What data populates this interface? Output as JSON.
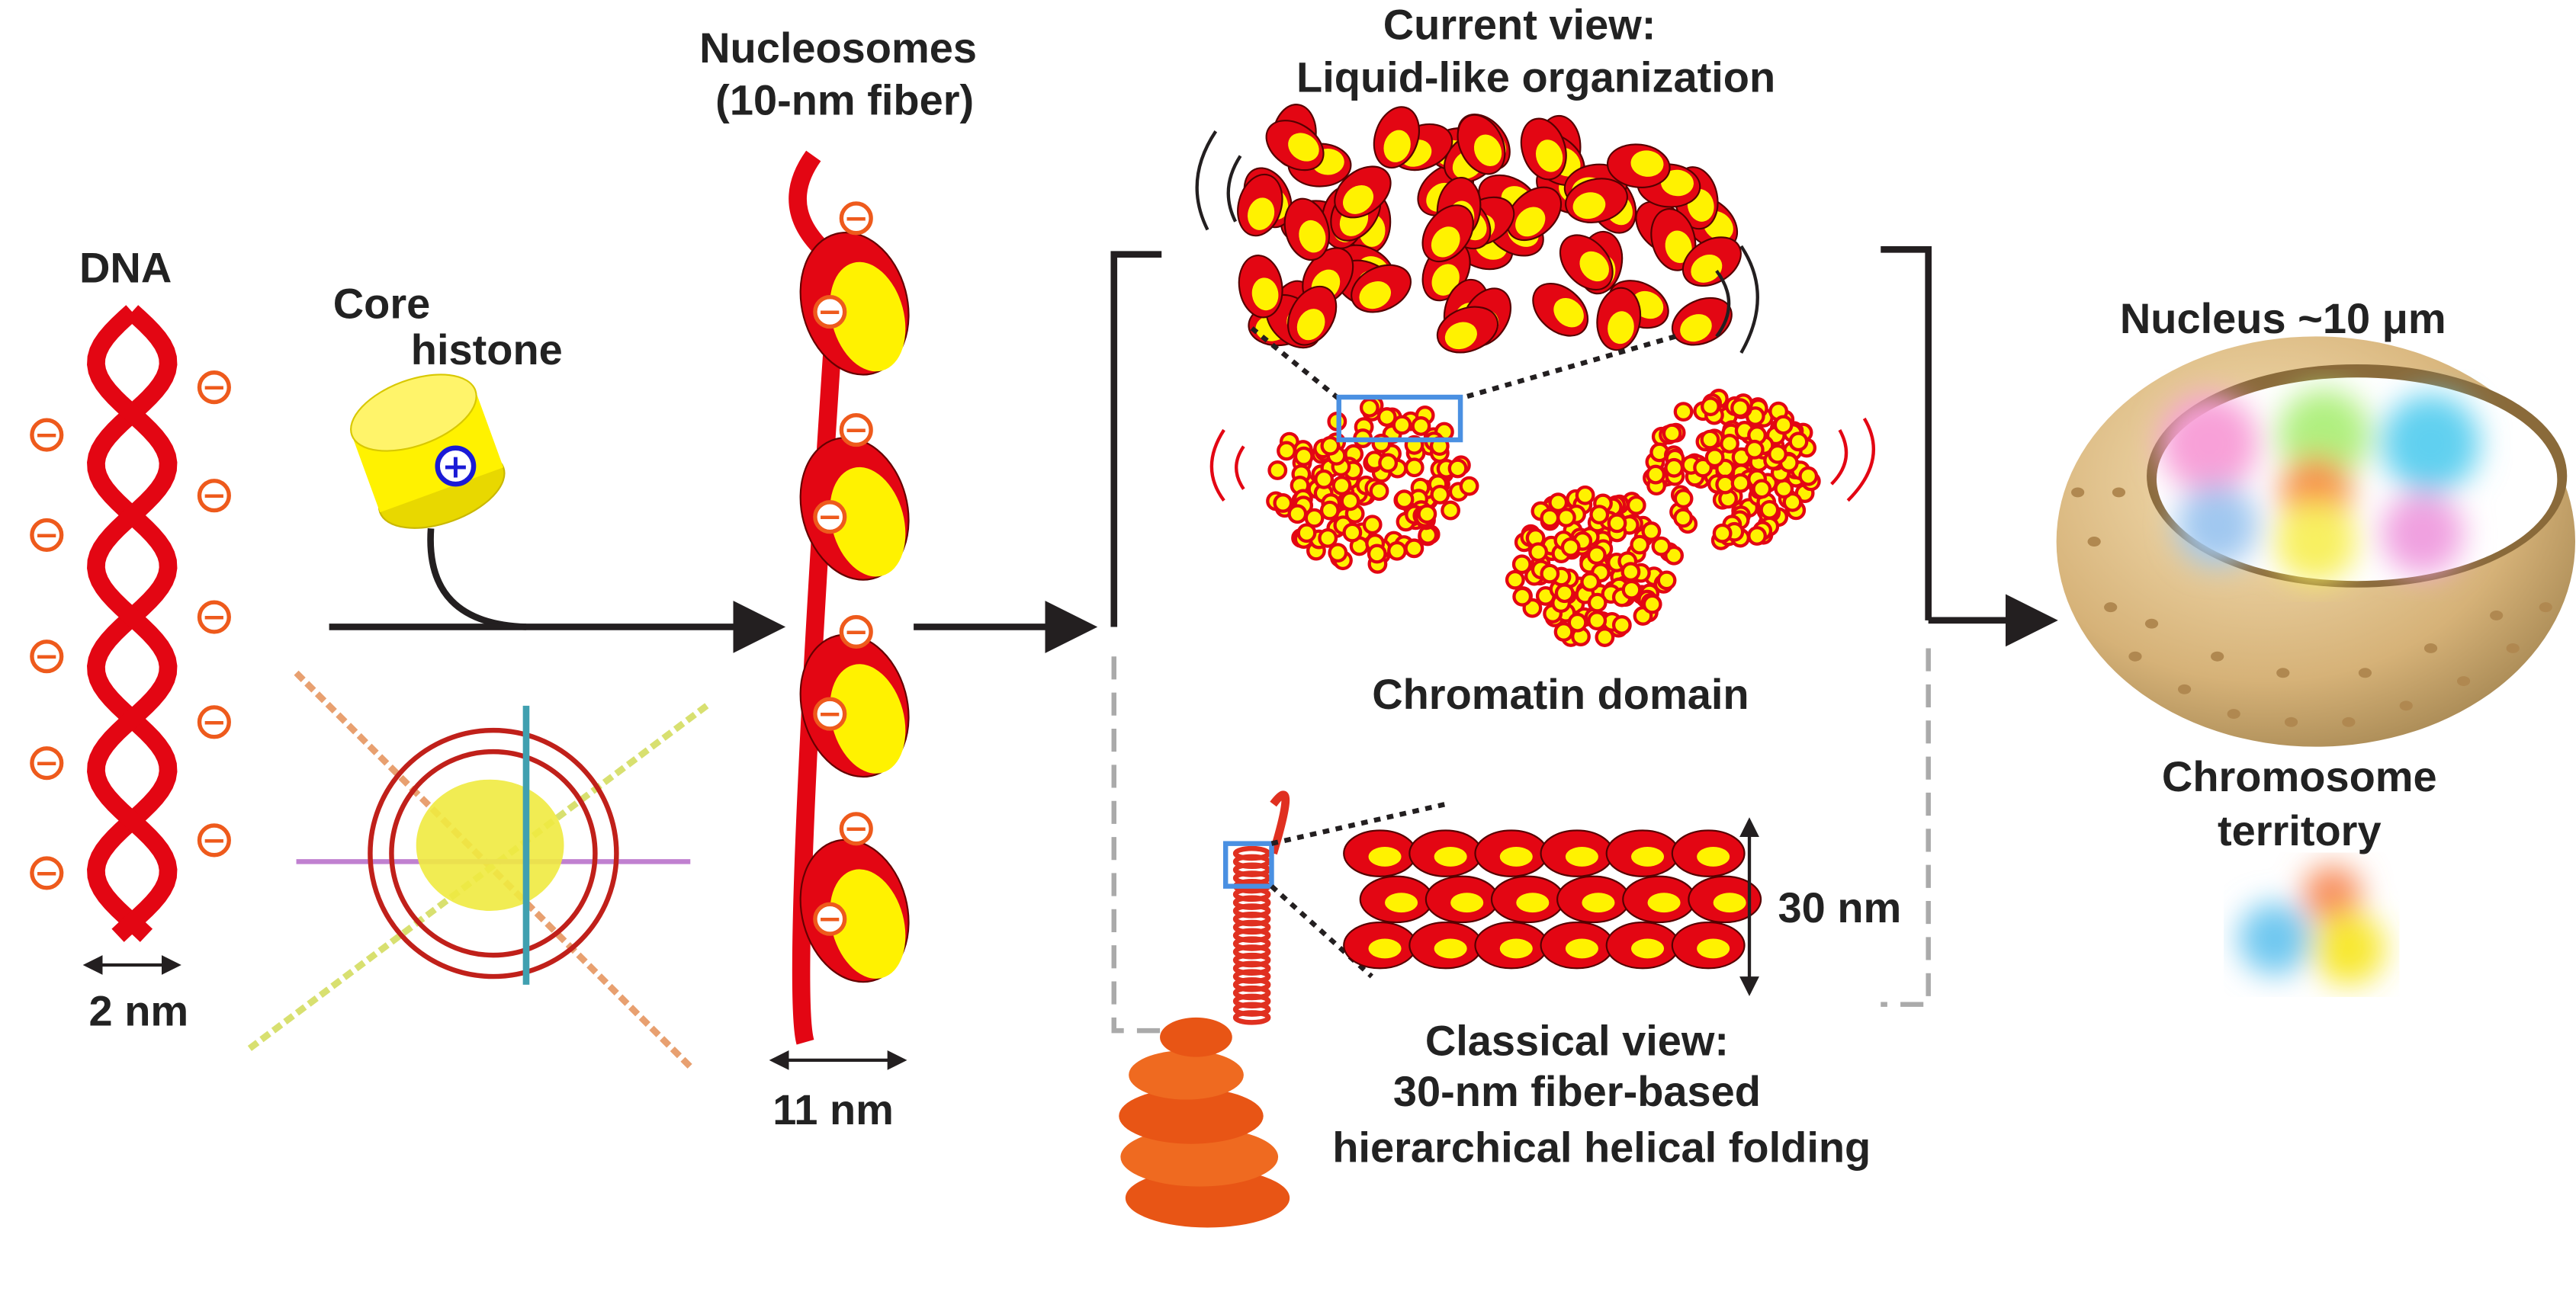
{
  "labels": {
    "dna": "DNA",
    "dna_width": "2 nm",
    "core_histone_line1": "Core",
    "core_histone_line2": "histone",
    "nucleosomes_line1": "Nucleosomes",
    "nucleosomes_line2": "(10-nm fiber)",
    "nucleosome_width": "11 nm",
    "current_view_line1": "Current view:",
    "current_view_line2": "Liquid-like organization",
    "chromatin_domain": "Chromatin domain",
    "fiber_width": "30 nm",
    "classical_view_line1": "Classical view:",
    "classical_view_line2": "30-nm fiber-based",
    "classical_view_line3": "hierarchical helical folding",
    "nucleus": "Nucleus  ~10 μm",
    "chromosome_territory_line1": "Chromosome",
    "chromosome_territory_line2": "territory"
  },
  "symbols": {
    "negative_charge": "−",
    "positive_charge": "+"
  },
  "colors": {
    "dna_red": "#e30613",
    "histone_yellow": "#fff200",
    "charge_orange": "#ee5a1c",
    "positive_blue": "#1a1ad6",
    "highlight_box": "#4a90e2",
    "nucleus_tan": "#d9b77a",
    "arrow": "#231f20",
    "dashed_gray": "#aaaaaa"
  }
}
